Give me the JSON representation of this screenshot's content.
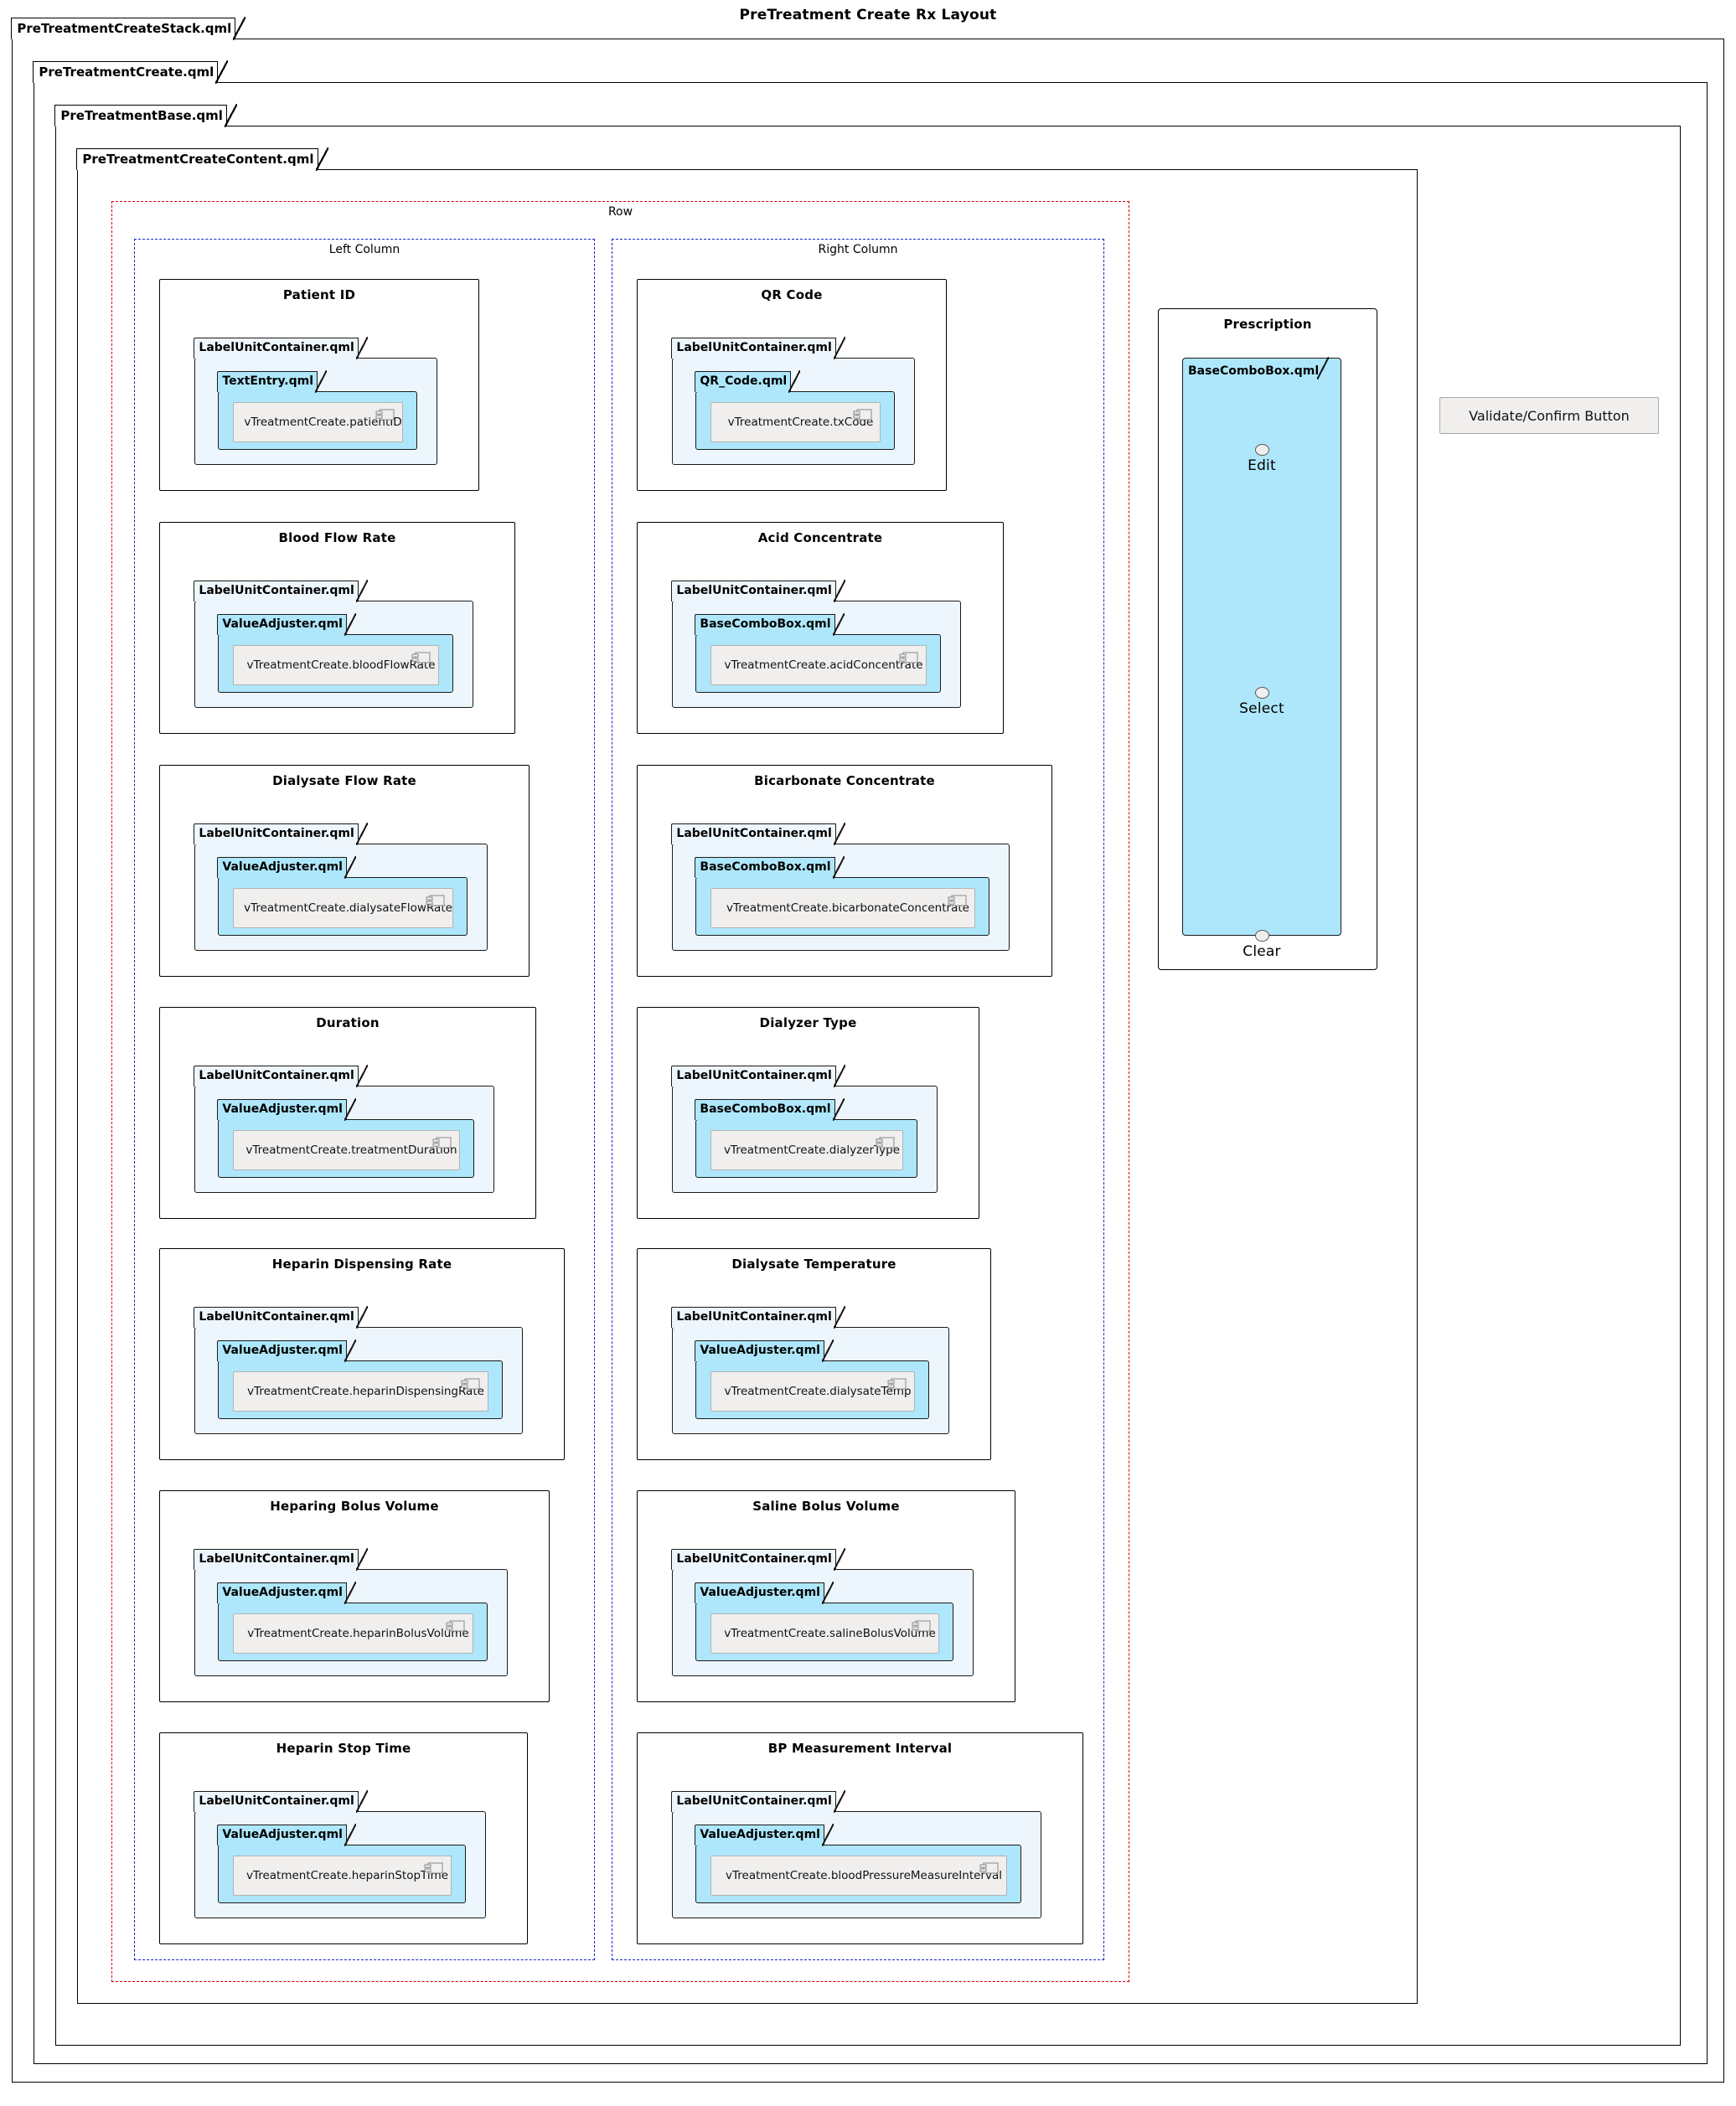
{
  "diagram": {
    "title": "PreTreatment Create Rx Layout"
  },
  "frames": {
    "stack": "PreTreatmentCreateStack.qml",
    "create": "PreTreatmentCreate.qml",
    "base": "PreTreatmentBase.qml",
    "content": "PreTreatmentCreateContent.qml"
  },
  "groups": {
    "row": "Row",
    "left_column": "Left Column",
    "right_column": "Right Column"
  },
  "left_column_cards": [
    {
      "title": "Patient ID",
      "outer_pkg": "LabelUnitContainer.qml",
      "inner_pkg": "TextEntry.qml",
      "component": "vTreatmentCreate.patientID",
      "icon": "uml-component-icon"
    },
    {
      "title": "Blood Flow Rate",
      "outer_pkg": "LabelUnitContainer.qml",
      "inner_pkg": "ValueAdjuster.qml",
      "component": "vTreatmentCreate.bloodFlowRate",
      "icon": "uml-component-icon"
    },
    {
      "title": "Dialysate Flow Rate",
      "outer_pkg": "LabelUnitContainer.qml",
      "inner_pkg": "ValueAdjuster.qml",
      "component": "vTreatmentCreate.dialysateFlowRate",
      "icon": "uml-component-icon"
    },
    {
      "title": "Duration",
      "outer_pkg": "LabelUnitContainer.qml",
      "inner_pkg": "ValueAdjuster.qml",
      "component": "vTreatmentCreate.treatmentDuration",
      "icon": "uml-component-icon"
    },
    {
      "title": "Heparin Dispensing Rate",
      "outer_pkg": "LabelUnitContainer.qml",
      "inner_pkg": "ValueAdjuster.qml",
      "component": "vTreatmentCreate.heparinDispensingRate",
      "icon": "uml-component-icon"
    },
    {
      "title": "Heparing Bolus Volume",
      "outer_pkg": "LabelUnitContainer.qml",
      "inner_pkg": "ValueAdjuster.qml",
      "component": "vTreatmentCreate.heparinBolusVolume",
      "icon": "uml-component-icon"
    },
    {
      "title": "Heparin Stop Time",
      "outer_pkg": "LabelUnitContainer.qml",
      "inner_pkg": "ValueAdjuster.qml",
      "component": "vTreatmentCreate.heparinStopTime",
      "icon": "uml-component-icon"
    }
  ],
  "right_column_cards": [
    {
      "title": "QR Code",
      "outer_pkg": "LabelUnitContainer.qml",
      "inner_pkg": "QR_Code.qml",
      "component": "vTreatmentCreate.txCode",
      "icon": "uml-component-icon"
    },
    {
      "title": "Acid Concentrate",
      "outer_pkg": "LabelUnitContainer.qml",
      "inner_pkg": "BaseComboBox.qml",
      "component": "vTreatmentCreate.acidConcentrate",
      "icon": "uml-component-icon"
    },
    {
      "title": "Bicarbonate Concentrate",
      "outer_pkg": "LabelUnitContainer.qml",
      "inner_pkg": "BaseComboBox.qml",
      "component": "vTreatmentCreate.bicarbonateConcentrate",
      "icon": "uml-component-icon"
    },
    {
      "title": "Dialyzer Type",
      "outer_pkg": "LabelUnitContainer.qml",
      "inner_pkg": "BaseComboBox.qml",
      "component": "vTreatmentCreate.dialyzerType",
      "icon": "uml-component-icon"
    },
    {
      "title": "Dialysate Temperature",
      "outer_pkg": "LabelUnitContainer.qml",
      "inner_pkg": "ValueAdjuster.qml",
      "component": "vTreatmentCreate.dialysateTemp",
      "icon": "uml-component-icon"
    },
    {
      "title": "Saline Bolus Volume",
      "outer_pkg": "LabelUnitContainer.qml",
      "inner_pkg": "ValueAdjuster.qml",
      "component": "vTreatmentCreate.salineBolusVolume",
      "icon": "uml-component-icon"
    },
    {
      "title": "BP Measurement Interval",
      "outer_pkg": "LabelUnitContainer.qml",
      "inner_pkg": "ValueAdjuster.qml",
      "component": "vTreatmentCreate.bloodPressureMeasureInterval",
      "icon": "uml-component-icon"
    }
  ],
  "prescription": {
    "title": "Prescription",
    "combo_pkg": "BaseComboBox.qml",
    "items": [
      {
        "label": "Edit",
        "bullet": "ellipse-bullet-icon"
      },
      {
        "label": "Select",
        "bullet": "ellipse-bullet-icon"
      },
      {
        "label": "Clear",
        "bullet": "ellipse-bullet-icon"
      }
    ]
  },
  "actions": {
    "validate_button": "Validate/Confirm Button"
  },
  "colors": {
    "row_border": "#d40000",
    "column_border": "#1724d4",
    "pkg_level1_fill": "#eef6fd",
    "pkg_level2_fill": "#aee7fb",
    "component_fill": "#f0efee",
    "component_border": "#b2b2b2",
    "frame_border": "#000000"
  }
}
